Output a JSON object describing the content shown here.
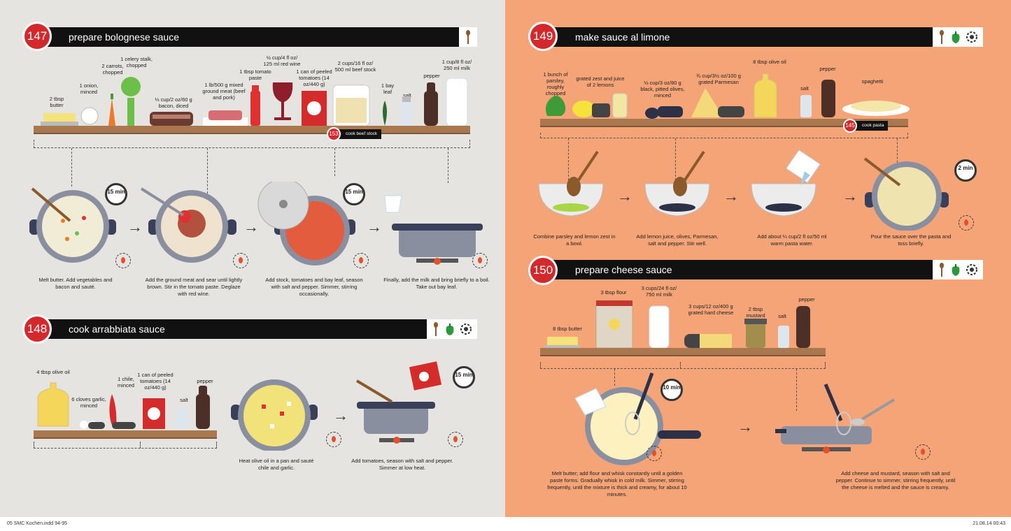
{
  "recipes": {
    "r147": {
      "number": "147",
      "title": "prepare bolognese sauce",
      "ingredients": [
        "2 tbsp butter",
        "1 onion, minced",
        "2 carrots, chopped",
        "1 celery stalk, chopped",
        "⅓ cup/2 oz/60 g bacon, diced",
        "1 lb/500 g mixed ground meat (beef and pork)",
        "1 tbsp tomato paste",
        "½ cup/4 fl oz/ 125 ml red wine",
        "1 can of peeled tomatoes (14 oz/440 g)",
        "2 cups/16 fl oz/ 500 ml beef stock",
        "1 bay leaf",
        "salt",
        "pepper",
        "1 cup/8 fl oz/ 250 ml milk"
      ],
      "ref": {
        "number": "153",
        "text": "cook beef stock"
      },
      "timer": "15 min",
      "steps": [
        "Melt butter. Add vegetables and bacon and sauté.",
        "Add the ground meat and sear until lightly brown. Stir in the tomato paste. Deglaze with red wine.",
        "Add stock, tomatoes and bay leaf, season with salt and pepper. Simmer, stirring occasionally.",
        "Finally, add the milk and bring briefly to a boil. Take out bay leaf."
      ]
    },
    "r148": {
      "number": "148",
      "title": "cook arrabbiata sauce",
      "ingredients": [
        "4 tbsp olive oil",
        "6 cloves garlic, minced",
        "1 chile, minced",
        "1 can of peeled tomatoes (14 oz/440 g)",
        "salt",
        "pepper"
      ],
      "timer": "15 min",
      "steps": [
        "Heat olive oil in a pan and sauté chile and garlic.",
        "Add tomatoes, season with salt and pepper. Simmer at low heat."
      ]
    },
    "r149": {
      "number": "149",
      "title": "make sauce al limone",
      "ingredients": [
        "1 bunch of parsley, roughly chopped",
        "grated zest and juice of 2 lemons",
        "⅓ cup/3 oz/80 g black, pitted olives, minced",
        "¾ cup/3½ oz/100 g grated Parmesan",
        "8 tbsp olive oil",
        "salt",
        "pepper",
        "spaghetti"
      ],
      "ref": {
        "number": "145",
        "text": "cook pasta"
      },
      "timer": "2 min",
      "steps": [
        "Combine parsley and lemon zest in a bowl.",
        "Add lemon juice, olives, Parmesan, salt and pepper. Stir well.",
        "Add about ¼ cup/2 fl oz/50 ml warm pasta water.",
        "Pour the sauce over the pasta and toss briefly."
      ]
    },
    "r150": {
      "number": "150",
      "title": "prepare cheese sauce",
      "ingredients": [
        "8 tbsp butter",
        "3 tbsp flour",
        "3 cups/24 fl oz/ 750 ml milk",
        "3 cups/12 oz/400 g grated hard cheese",
        "2 tbsp mustard",
        "salt",
        "pepper"
      ],
      "timer": "10 min",
      "steps": [
        "Melt butter; add flour and whisk constantly until a golden paste forms. Gradually whisk in cold milk. Simmer, stirring frequently, until the mixture is thick and creamy, for about 10 minutes.",
        "Add cheese and mustard, season with salt and pepper. Continue to simmer, stirring frequently, until the cheese is melted and the sauce is creamy."
      ]
    }
  },
  "footer": {
    "left": "05 SMC Kochen.indd   94-95",
    "right": "21.08.14   00:43"
  },
  "colors": {
    "accent": "#d3282c",
    "left_bg": "#e6e4e0",
    "right_bg": "#f4a477",
    "shelf": "#a9784e"
  }
}
